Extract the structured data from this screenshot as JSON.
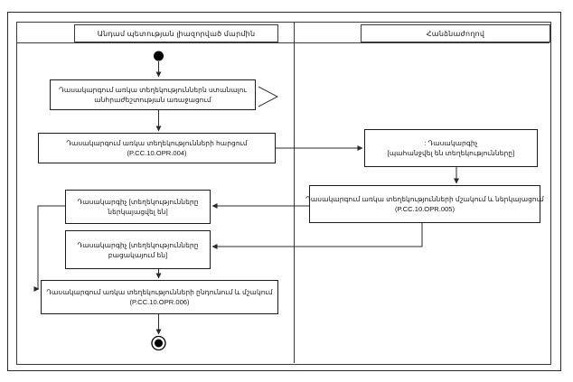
{
  "lanes": [
    {
      "title": "Անդամ պետության լիազորված մարմին"
    },
    {
      "title": "Հանձնաժողով"
    }
  ],
  "nodes": {
    "need": {
      "lines": [
        "Դասակարգում առկա տեղեկություններն ստանալու",
        "անհրաժեշտության առաջացում"
      ]
    },
    "request": {
      "lines": [
        "Դասակարգում առկա տեղեկությունների հարցում",
        "(P.CC.10.OPR.004)"
      ]
    },
    "classifier_required": {
      "lines": [
        ": Դասակարգիչ",
        "[պահանջվել են տեղեկությունները]"
      ]
    },
    "process_present": {
      "lines": [
        "Դասակարգում առկա տեղեկությունների մշակում և ներկայացում",
        "(P.CC.10.OPR.005)"
      ]
    },
    "classifier_presented": {
      "lines": [
        "Դասակարգիչ [տեղեկությունները",
        "ներկայացվել են]"
      ]
    },
    "classifier_absent": {
      "lines": [
        "Դասակարգիչ [տեղեկությունները",
        "բացակայում են]"
      ]
    },
    "receive_process": {
      "lines": [
        "Դասակարգում առկա տեղեկությունների ընդունում և մշակում",
        "(P.CC.10.OPR.006)"
      ]
    }
  },
  "colors": {
    "line": "#2a2a2a",
    "box_border": "#1c1c1c",
    "background": "#ffffff"
  }
}
